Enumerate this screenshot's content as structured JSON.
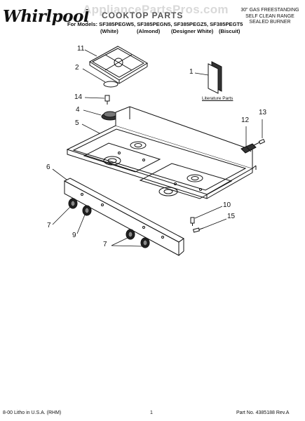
{
  "header": {
    "brand": "Whirlpool",
    "watermark": "AppliancePartsPros.com",
    "title": "COOKTOP PARTS",
    "right_lines": [
      "30\" GAS FREESTANDING",
      "SELF CLEAN RANGE",
      "SEALED BURNER"
    ],
    "models_prefix": "For Models:",
    "models": [
      "SF385PEGW5,",
      "SF385PEGN5,",
      "SF385PEGZ5,",
      "SF385PEGT5"
    ],
    "variants": [
      "(White)",
      "(Almond)",
      "(Designer White)",
      "(Biscuit)"
    ]
  },
  "callouts": {
    "c11": "11",
    "c2": "2",
    "c14": "14",
    "c4": "4",
    "c5": "5",
    "c6": "6",
    "c7a": "7",
    "c9": "9",
    "c7b": "7",
    "c1": "1",
    "c13": "13",
    "c12": "12",
    "c10": "10",
    "c15": "15"
  },
  "literature_label": "Literature Parts",
  "footer": {
    "left": "8-00 Litho in U.S.A. (RHM)",
    "center": "1",
    "right": "Part No. 4385188 Rev.A"
  }
}
